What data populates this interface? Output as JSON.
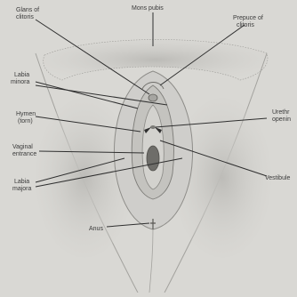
{
  "figure": {
    "labels": {
      "glans_of_clitoris": [
        "Glans of",
        "clitoris"
      ],
      "mons_pubis": "Mons pubis",
      "prepuce_of_clitoris": [
        "Prepuce of",
        "clitoris"
      ],
      "labia_minora": [
        "Labia",
        "minora"
      ],
      "urethral_opening": [
        "Urethr",
        "openin"
      ],
      "hymen": [
        "Hymen",
        "(torn)"
      ],
      "vaginal_entrance": [
        "Vaginal",
        "entrance"
      ],
      "vestibule": "Vestibule",
      "labia_majora": [
        "Labia",
        "majora"
      ],
      "anus": "Anus"
    }
  }
}
